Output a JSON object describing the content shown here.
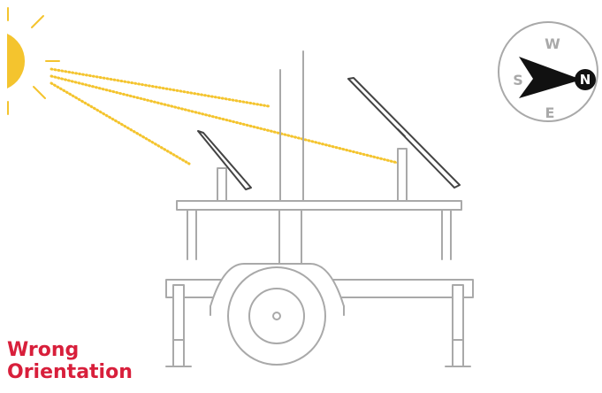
{
  "compass": {
    "north": "N",
    "south": "S",
    "east": "E",
    "west": "W"
  },
  "caption": {
    "line1": "Wrong",
    "line2": "Orientation"
  },
  "colors": {
    "sun": "#F4C42E",
    "sun_rays": "#F4C42E",
    "line_art": "#A9A9A9",
    "compass_pointer": "#111111",
    "caption": "#D81F3B"
  },
  "icons": {
    "sun": "sun-icon",
    "compass": "compass-icon"
  }
}
